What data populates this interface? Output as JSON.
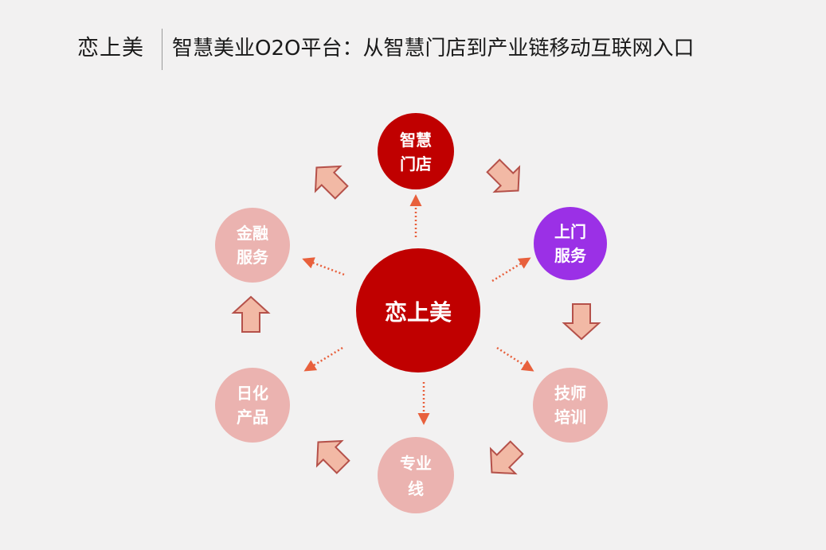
{
  "header": {
    "brand": "恋上美",
    "slogan": "智慧美业O2O平台：从智慧门店到产业链移动互联网入口"
  },
  "center": {
    "label": "恋上美",
    "color": "#c00000"
  },
  "nodes": [
    {
      "id": "smart-store",
      "lines": [
        "智慧",
        "门店"
      ],
      "color": "#c00000"
    },
    {
      "id": "home-service",
      "lines": [
        "上门",
        "服务"
      ],
      "color": "#9b30e6"
    },
    {
      "id": "tech-training",
      "lines": [
        "技师",
        "培训"
      ],
      "color": "#ebb3b0"
    },
    {
      "id": "pro-line",
      "lines": [
        "专业",
        "线"
      ],
      "color": "#ebb3b0"
    },
    {
      "id": "daily-products",
      "lines": [
        "日化",
        "产品"
      ],
      "color": "#ebb3b0"
    },
    {
      "id": "finance",
      "lines": [
        "金融",
        "服务"
      ],
      "color": "#ebb3b0"
    }
  ],
  "colors": {
    "background": "#f2f1f1",
    "arrow_fill": "#f2b9a5",
    "arrow_stroke": "#b5514a",
    "dotted_connector": "#e8603c"
  }
}
